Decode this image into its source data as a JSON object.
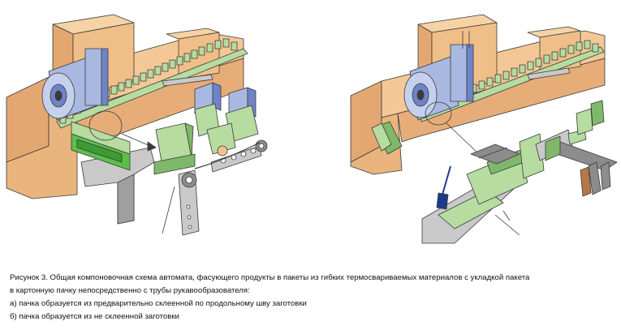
{
  "caption": {
    "line1": "Рисунок 3. Общая компоновочная схема автомата, фасующего продукты в пакеты из гибких термосвариваемых материалов с укладкой пакета",
    "line2": "в картонную пачку непосредственно с трубы рукавообразователя:",
    "line3": "а) пачка образуется из предварительно склеенной по продольному шву заготовки",
    "line4": "б) пачка образуется из не склеенной заготовки"
  },
  "colors": {
    "body": "#f0c490",
    "body_shadow": "#d89a63",
    "body_dark": "#b8774a",
    "green": "#b7dca0",
    "green_dark": "#7fb86a",
    "green_bright": "#5bbf4a",
    "blue": "#a9b8e0",
    "blue_dark": "#6f84c8",
    "grey": "#c9c9c9",
    "grey_dark": "#8c8c8c",
    "outline": "#3a3a3a"
  }
}
